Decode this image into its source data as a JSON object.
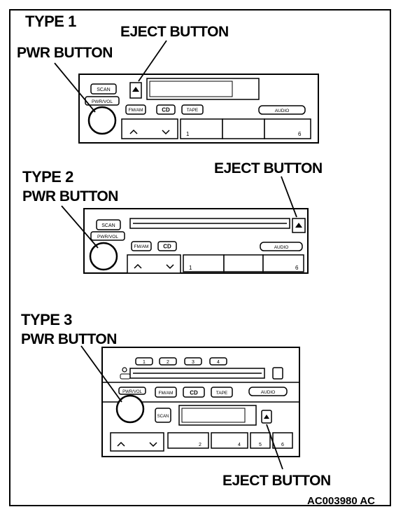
{
  "figure": {
    "code": "AC003980 AC"
  },
  "type1": {
    "title": "TYPE 1",
    "eject_label": "EJECT BUTTON",
    "pwr_label": "PWR BUTTON",
    "buttons": {
      "scan": "SCAN",
      "pwr_vol": "PWR/VOL",
      "fm_am": "FM/AM",
      "cd": "CD",
      "tape": "TAPE",
      "audio": "AUDIO",
      "preset_1": "1",
      "preset_6": "6"
    }
  },
  "type2": {
    "title": "TYPE 2",
    "eject_label": "EJECT BUTTON",
    "pwr_label": "PWR BUTTON",
    "buttons": {
      "scan": "SCAN",
      "pwr_vol": "PWR/VOL",
      "fm_am": "FM/AM",
      "cd": "CD",
      "audio": "AUDIO",
      "preset_1": "1",
      "preset_6": "6"
    }
  },
  "type3": {
    "title": "TYPE 3",
    "eject_label": "EJECT BUTTON",
    "pwr_label": "PWR BUTTON",
    "buttons": {
      "disc_1": "1",
      "disc_2": "2",
      "disc_3": "3",
      "disc_4": "4",
      "pwr_vol": "PWR/VOL",
      "fm_am": "FM/AM",
      "cd": "CD",
      "tape": "TAPE",
      "audio": "AUDIO",
      "scan": "SCAN",
      "preset_2": "2",
      "preset_4": "4",
      "preset_5": "5",
      "preset_6": "6"
    }
  }
}
